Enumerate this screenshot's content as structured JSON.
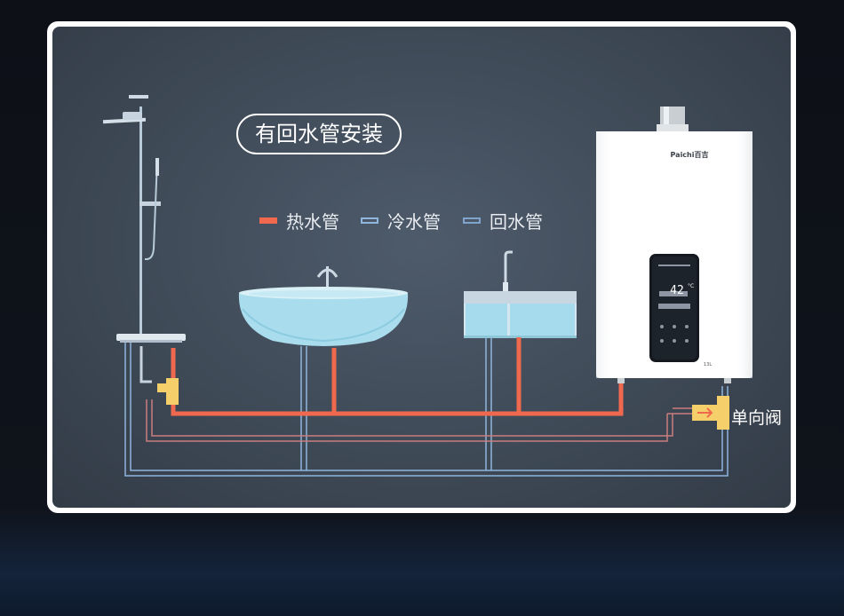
{
  "title": "有回水管安装",
  "legend": {
    "hot": "热水管",
    "cold": "冷水管",
    "return": "回水管"
  },
  "valve_label": "单向阀",
  "heater": {
    "brand": "Paichi百吉",
    "model": "13L",
    "temperature": "42",
    "temperature_unit": "°C"
  },
  "colors": {
    "hot_pipe": "#f0694f",
    "cold_pipe": "#8fb6de",
    "return_pipe": "#7fa5cc",
    "valve": "#f5cf6a",
    "panel_bg": "#414c59"
  }
}
